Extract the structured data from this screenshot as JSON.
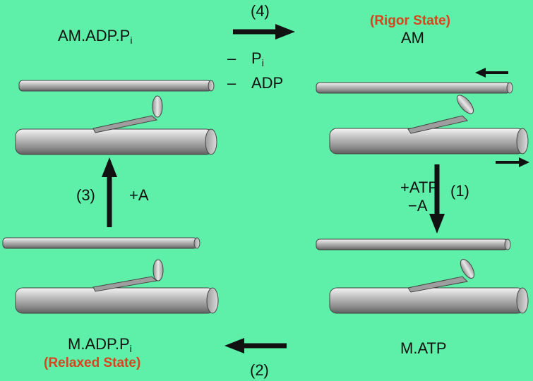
{
  "colors": {
    "background": "#5ef0a8",
    "state_text": "#d8441e",
    "filament_fill": "#a9a9a9",
    "arrow": "#111111"
  },
  "states": {
    "top_left": {
      "main": "AM.ADP.P",
      "sub": "i"
    },
    "top_right": {
      "main": "AM",
      "note": "(Rigor State)"
    },
    "bottom_right": {
      "main": "M.ATP"
    },
    "bottom_left": {
      "main": "M.ADP.P",
      "sub": "i",
      "note": "(Relaxed State)"
    }
  },
  "steps": {
    "step4": {
      "label": "(4)",
      "minus_pi_sign": "–",
      "minus_pi": "P",
      "minus_pi_sub": "i",
      "minus_adp_sign": "–",
      "minus_adp": "ADP"
    },
    "step1": {
      "label": "(1)",
      "plus_atp": "+ATP",
      "minus_a": "−A"
    },
    "step2": {
      "label": "(2)"
    },
    "step3": {
      "label": "(3)",
      "plus_a": "+A"
    }
  },
  "icons": {
    "actin": "actin-filament-icon",
    "myosin": "myosin-filament-icon",
    "head": "myosin-head-icon",
    "arrow": "reaction-arrow-icon",
    "motion": "motion-arrow-icon"
  }
}
